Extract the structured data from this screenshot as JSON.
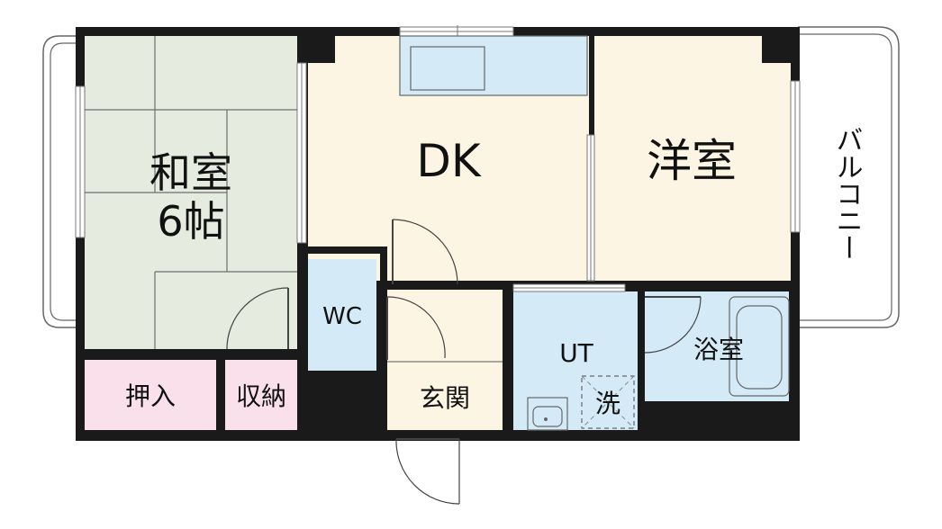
{
  "rooms": {
    "washitsu": {
      "name": "和室",
      "size": "6帖"
    },
    "dk": {
      "name": "DK"
    },
    "youshitsu": {
      "name": "洋室"
    },
    "balcony": {
      "name": "バルコニー"
    },
    "oshiire": {
      "name": "押入"
    },
    "shuunou": {
      "name": "収納"
    },
    "wc": {
      "name": "WC"
    },
    "genkan": {
      "name": "玄関"
    },
    "ut": {
      "name": "UT"
    },
    "washer": {
      "name": "洗"
    },
    "bath": {
      "name": "浴室"
    }
  },
  "colors": {
    "tatami": "#e6ebe0",
    "dk_floor": "#fdf5e4",
    "youshitsu_floor": "#fdf5e4",
    "wet_area": "#d4ebf7",
    "storage": "#f9e0ea",
    "wall": "#1a1a1a"
  }
}
